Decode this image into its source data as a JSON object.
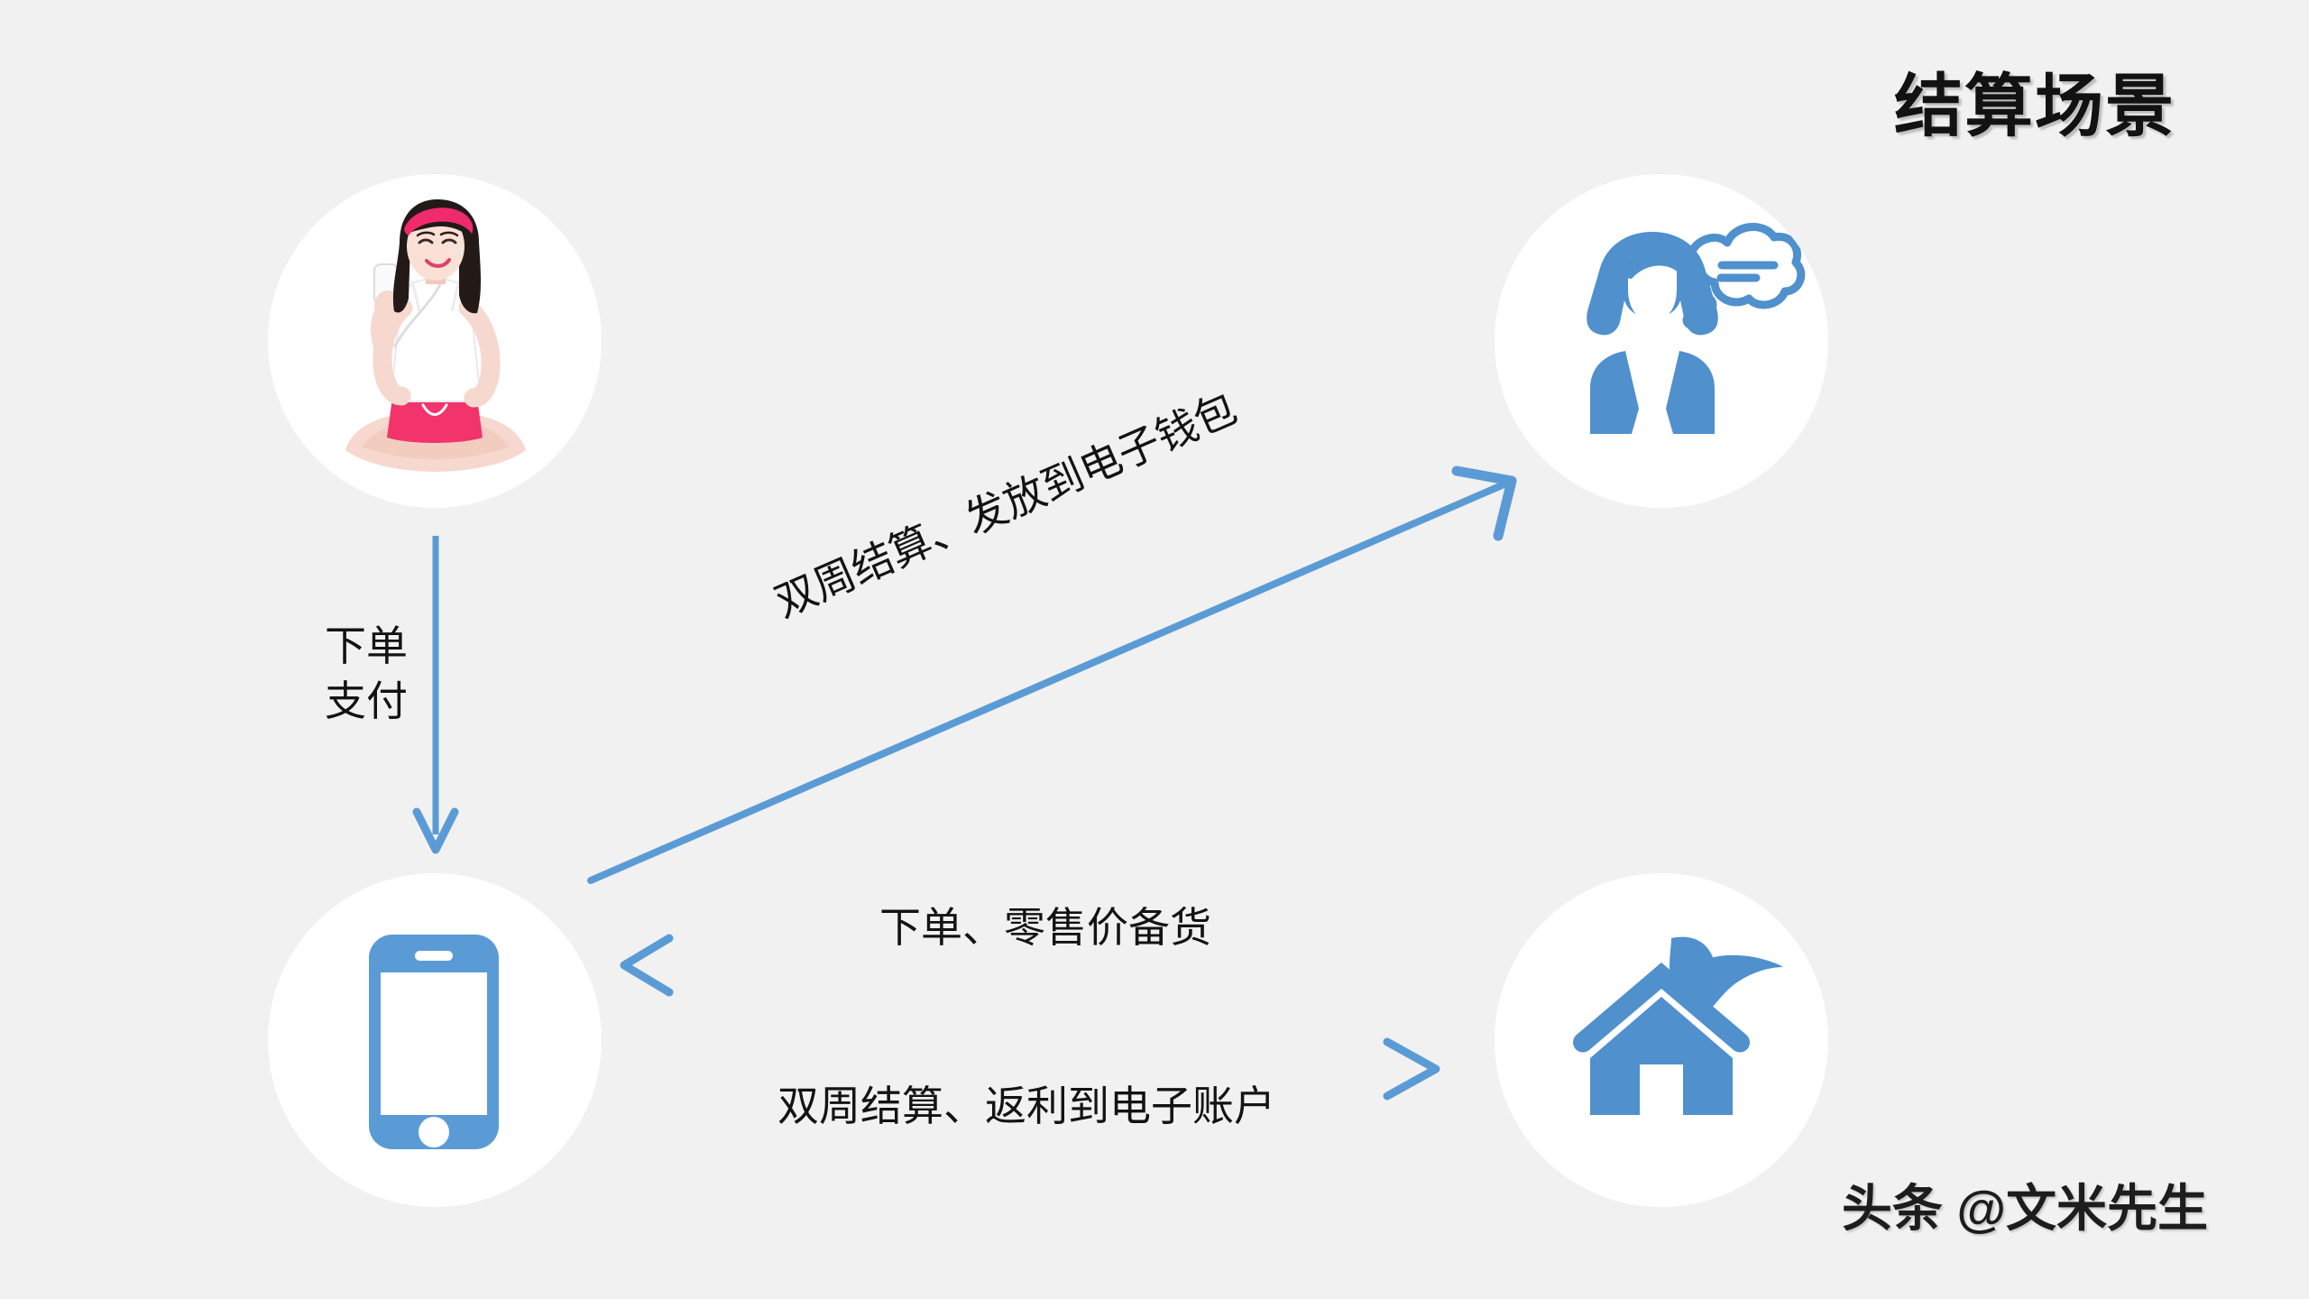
{
  "page": {
    "title": "结算场景",
    "watermark": "头条 @文米先生",
    "background_color": "#f1f1f1",
    "accent_color": "#5b9bd5",
    "text_color": "#131313"
  },
  "nodes": [
    {
      "id": "customer",
      "icon": "customer-photo",
      "description": "年轻女性用户照片，盘腿而坐，戴粉色发带与耳机，手持手机"
    },
    {
      "id": "agent",
      "icon": "woman-thought-bubble-icon",
      "description": "带思考气泡的女性头像图标"
    },
    {
      "id": "app",
      "icon": "smartphone-icon",
      "description": "智能手机图标"
    },
    {
      "id": "farm",
      "icon": "eco-house-leaf-icon",
      "description": "带叶子的房屋图标"
    }
  ],
  "edges": [
    {
      "id": "order-pay",
      "from": "customer",
      "to": "app",
      "direction": "down",
      "label_lines": [
        "下单",
        "支付"
      ]
    },
    {
      "id": "settle-wallet",
      "from": "app",
      "to": "agent",
      "direction": "up-right",
      "label": "双周结算、发放到电子钱包"
    },
    {
      "id": "restock",
      "from": "farm",
      "to": "app",
      "direction": "left",
      "label": "下单、零售价备货"
    },
    {
      "id": "rebate",
      "from": "app",
      "to": "farm",
      "direction": "right",
      "label": "双周结算、返利到电子账户"
    }
  ]
}
